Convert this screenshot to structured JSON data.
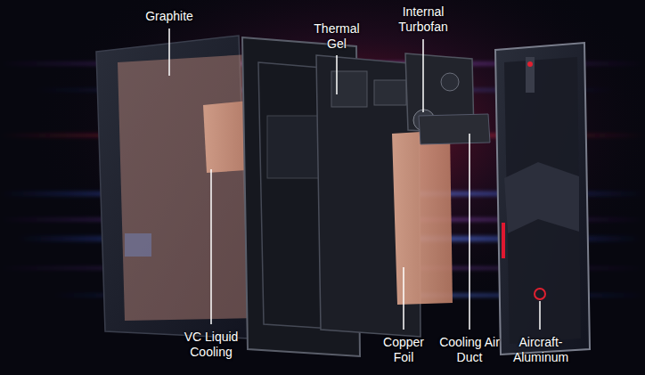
{
  "diagram": {
    "labels": [
      "Graphite",
      "Thermal Gel",
      "Internal Turbofan",
      "VC Liquid Cooling",
      "Copper Foil",
      "Cooling Air Duct",
      "Aircraft- Aluminum"
    ]
  }
}
